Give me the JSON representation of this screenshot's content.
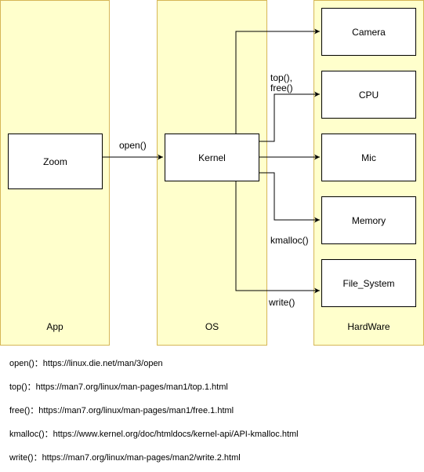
{
  "lanes": {
    "app": "App",
    "os": "OS",
    "hardware": "HardWare"
  },
  "nodes": {
    "zoom": "Zoom",
    "kernel": "Kernel",
    "camera": "Camera",
    "cpu": "CPU",
    "mic": "Mic",
    "memory": "Memory",
    "file_system": "File_System"
  },
  "edge_labels": {
    "open": "open()",
    "top": "top(),",
    "free": "free()",
    "kmalloc": "kmalloc()",
    "write": "write()"
  },
  "references": [
    {
      "name": "open()",
      "url": "https://linux.die.net/man/3/open"
    },
    {
      "name": "top()",
      "url": "https://man7.org/linux/man-pages/man1/top.1.html"
    },
    {
      "name": "free()",
      "url": "https://man7.org/linux/man-pages/man1/free.1.html"
    },
    {
      "name": "kmalloc()",
      "url": "https://www.kernel.org/doc/htmldocs/kernel-api/API-kmalloc.html"
    },
    {
      "name": "write()",
      "url": "https://man7.org/linux/man-pages/man2/write.2.html"
    }
  ],
  "reference_separator": "："
}
